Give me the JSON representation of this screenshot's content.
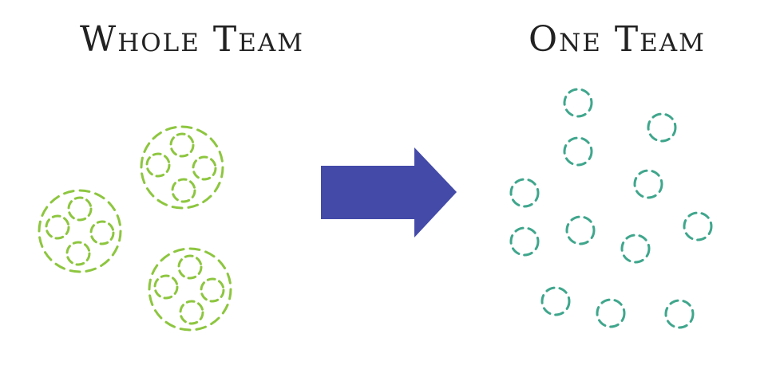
{
  "diagram": {
    "left_title": "Whole Team",
    "right_title": "One Team"
  },
  "colors": {
    "group_green": "#8dc63f",
    "member_teal": "#3fa68c",
    "arrow_blue": "#434aa8",
    "text": "#222222"
  },
  "icons": {
    "arrow": "right-arrow-icon",
    "group": "dashed-circle-group",
    "member": "dashed-circle-member"
  }
}
